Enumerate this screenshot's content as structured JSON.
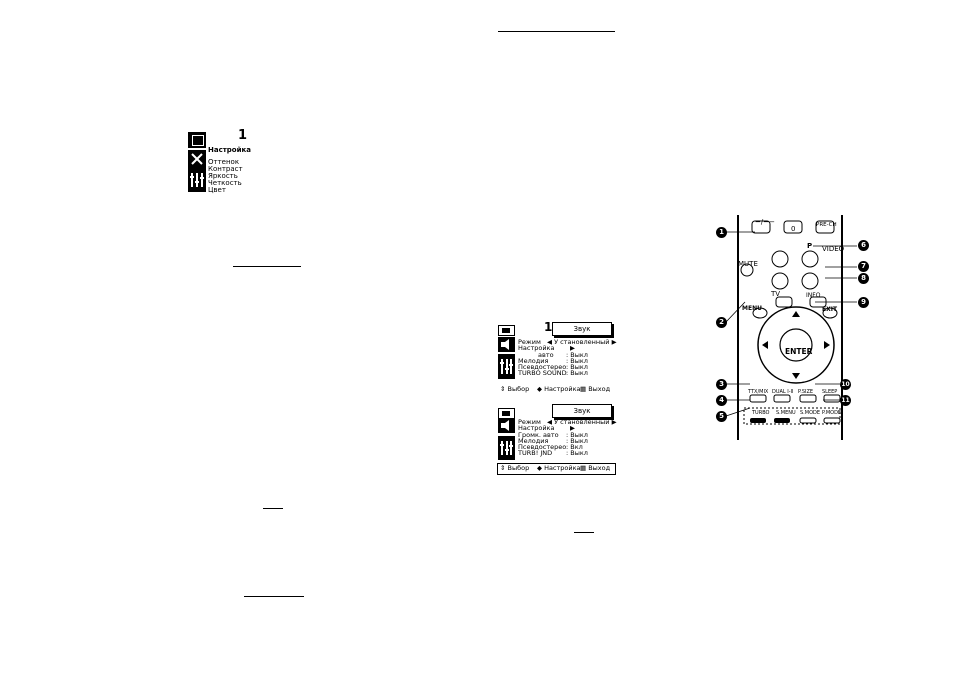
{
  "picture_menu": {
    "number_mark": "1",
    "heading": "Настройка",
    "items": [
      "Оттенок",
      "Контраст",
      "Яркость",
      "Четкость",
      "Цвет"
    ]
  },
  "sound_menu_1": {
    "number_mark": "1",
    "title": "Звук",
    "rows": [
      {
        "label": "Режим",
        "value": "◀ У становленный ▶"
      },
      {
        "label": "Настройка",
        "value": "▶"
      },
      {
        "label": "авто",
        "value": ":  Выкл"
      },
      {
        "label": "Мелодия",
        "value": ":  Выкл"
      },
      {
        "label": "Псевдостерео",
        "value": ":  Выкл"
      },
      {
        "label": "TURBO SOUND",
        "value": ":  Выкл"
      }
    ],
    "footer": {
      "select": "⇕ Выбор",
      "adjust": "◆ Настройка",
      "exit": "▦ Выход"
    }
  },
  "sound_menu_2": {
    "title": "Звук",
    "rows": [
      {
        "label": "Режим",
        "value": "◀ У становленный ▶"
      },
      {
        "label": "Настройка",
        "value": "▶"
      },
      {
        "label": "Громк. авто",
        "value": ":  Выкл"
      },
      {
        "label": "Мелодия",
        "value": ":  Выкл"
      },
      {
        "label": "Псевдостерео",
        "value": ":  Вкл"
      },
      {
        "label": "TURB!     JND",
        "value": ":  Выкл"
      }
    ],
    "footer": {
      "select": "⇕ Выбор",
      "adjust": "◆ Настройка",
      "exit": "▦ Выход"
    }
  },
  "remote": {
    "buttons": {
      "top_left": "−/−−",
      "zero": "0",
      "pre_ch": "PRE-CH",
      "p": "P",
      "video": "VIDEO",
      "mute": "MUTE",
      "tv": "TV",
      "info": "INFO",
      "menu": "MENU",
      "exit": "EXIT",
      "enter": "ENTER",
      "ttx_mix": "TTX/MIX",
      "dual": "DUAL I-II",
      "p_size": "P.SIZE",
      "sleep": "SLEEP",
      "turbo": "TURBO",
      "s_menu": "S.MENU",
      "s_mode": "S.MODE",
      "p_mode": "P.MODE"
    },
    "callouts": [
      "1",
      "2",
      "3",
      "4",
      "5",
      "6",
      "7",
      "8",
      "9",
      "10",
      "11"
    ]
  }
}
